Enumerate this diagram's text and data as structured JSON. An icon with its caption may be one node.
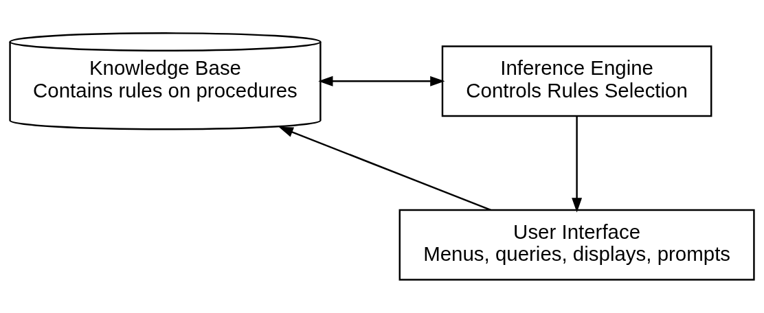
{
  "diagram": {
    "nodes": [
      {
        "text": [
          "Knowledge Base",
          "Contains rules on procedures"
        ]
      },
      {
        "text": [
          "Inference Engine",
          "Controls Rules Selection"
        ]
      },
      {
        "text": [
          "User Interface",
          "Menus, queries, displays, prompts"
        ]
      }
    ],
    "edges": [
      {
        "from": 0,
        "to": 1,
        "arrow": "both"
      },
      {
        "from": 1,
        "to": 2,
        "arrow": "to"
      },
      {
        "from": 2,
        "to": 0,
        "arrow": "to"
      }
    ]
  }
}
